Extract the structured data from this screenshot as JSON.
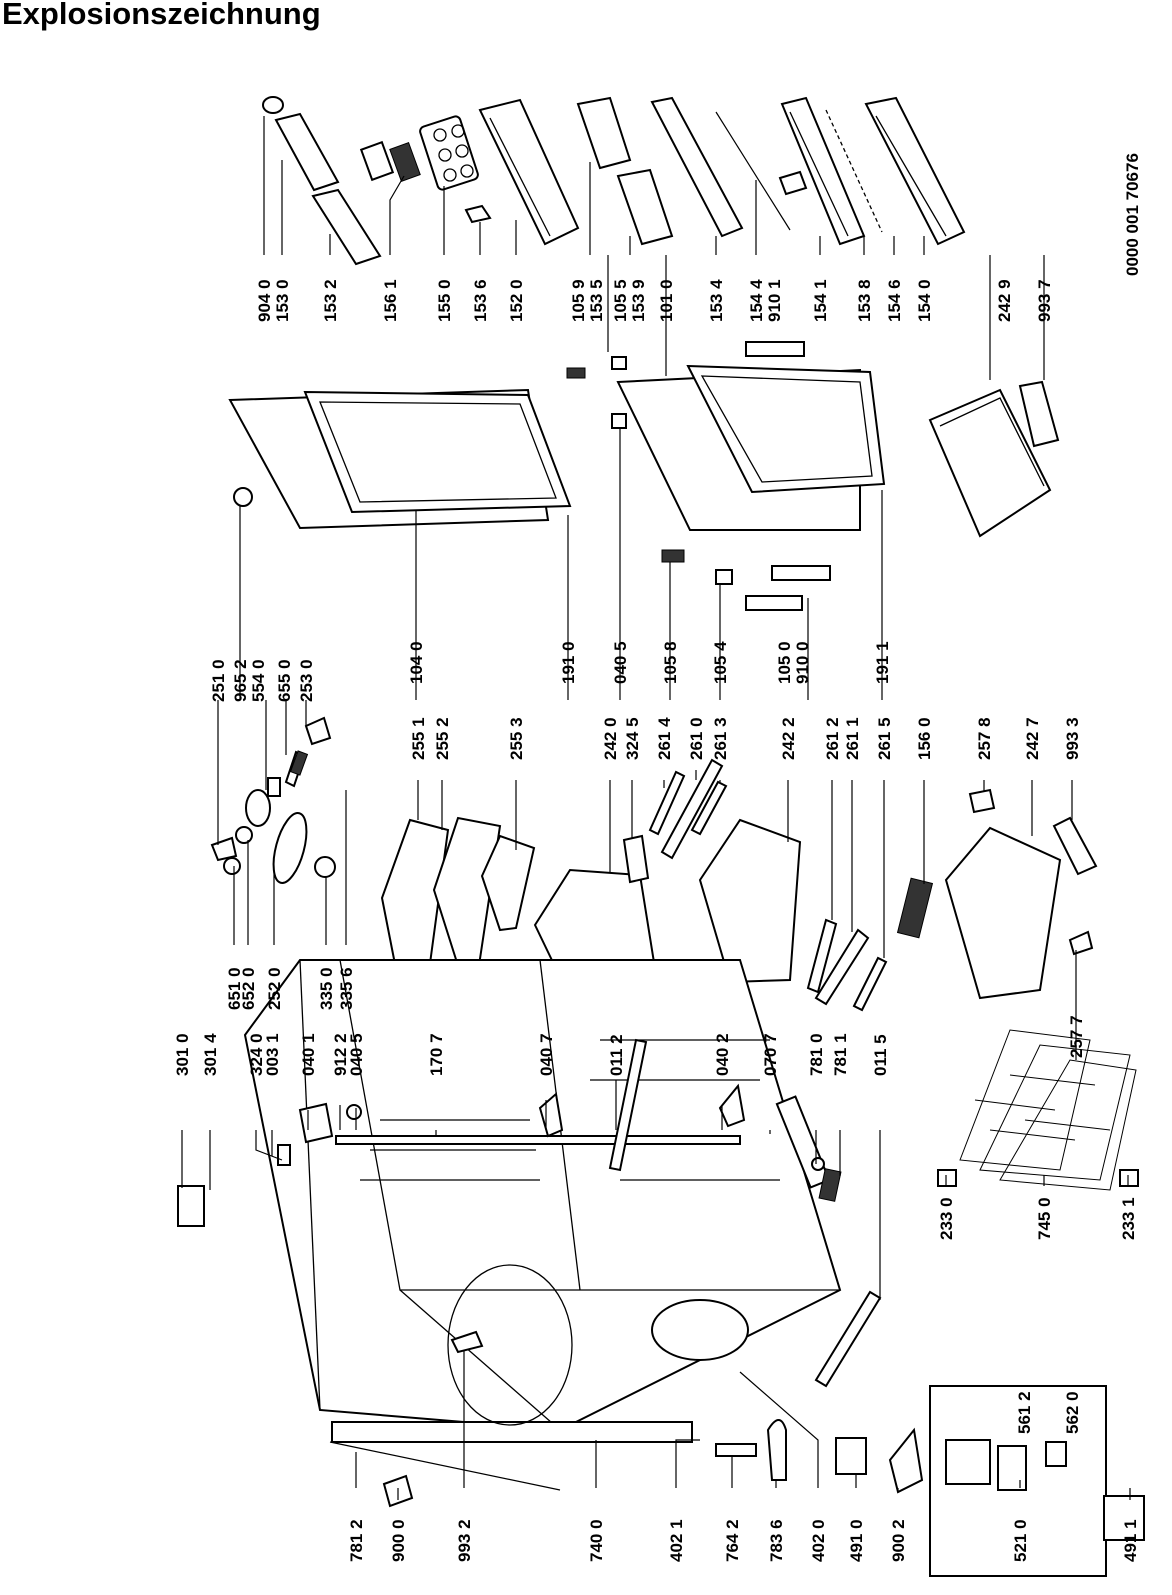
{
  "title": "Explosionszeichnung",
  "document_code": "0000 001 70676",
  "part_numbers": [
    "904 0",
    "153 0",
    "153 2",
    "156 1",
    "155 0",
    "153 6",
    "152 0",
    "105 9",
    "153 5",
    "105 5",
    "153 9",
    "101 0",
    "153 4",
    "154 4",
    "910 1",
    "154 1",
    "153 8",
    "154 6",
    "154 0",
    "242 9",
    "993 7",
    "251 0",
    "965 2",
    "554 0",
    "655 0",
    "253 0",
    "104 0",
    "191 0",
    "040 5",
    "105 8",
    "105 4",
    "105 0",
    "910 0",
    "191 1",
    "255 1",
    "255 2",
    "255 3",
    "242 0",
    "324 5",
    "261 4",
    "261 0",
    "261 3",
    "242 2",
    "261 2",
    "261 1",
    "261 5",
    "156 0",
    "257 8",
    "242 7",
    "993 3",
    "651 0",
    "652 0",
    "252 0",
    "335 0",
    "335 6",
    "301 0",
    "301 4",
    "324 0",
    "003 1",
    "040 1",
    "912 2",
    "040 5",
    "170 7",
    "040 7",
    "011 2",
    "040 2",
    "070 7",
    "781 0",
    "781 1",
    "011 5",
    "257 7",
    "233 0",
    "745 0",
    "233 1",
    "781 2",
    "900 0",
    "993 2",
    "740 0",
    "402 1",
    "764 2",
    "783 6",
    "402 0",
    "491 0",
    "900 2",
    "521 0",
    "561 2",
    "562 0",
    "491 1"
  ]
}
